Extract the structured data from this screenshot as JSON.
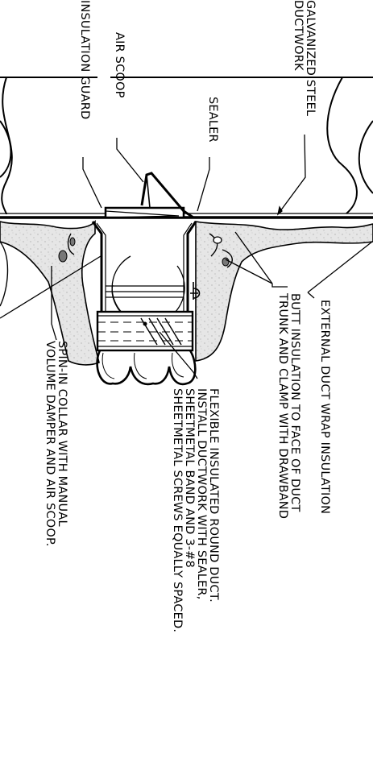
{
  "labels": {
    "galvanized_steel_ductwork": "GALVANIZED STEEL\nDUCTWORK",
    "insulation_guard": "INSULATION GUARD",
    "air_scoop": "AIR SCOOP",
    "sealer": "SEALER",
    "external_duct_wrap": "EXTERNAL DUCT WRAP INSULATION",
    "butt_insulation": "BUTT INSULATION TO FACE OF DUCT\nTRUNK AND CLAMP WITH DRAWBAND",
    "flexible_duct": "FLEXIBLE INSULATED ROUND DUCT.\nINSTALL DUCTWORK WITH SEALER,\nSHEETMETAL BAND AND 3-#8\nSHEETMETAL SCREWS EQUALLY SPACED.",
    "spin_in_collar": "SPIN-IN COLLAR WITH MANUAL\nVOLUME DAMPER AND AIR SCOOP."
  },
  "colors": {
    "line": "#000000",
    "insulation": "#dedede",
    "background": "#ffffff"
  }
}
